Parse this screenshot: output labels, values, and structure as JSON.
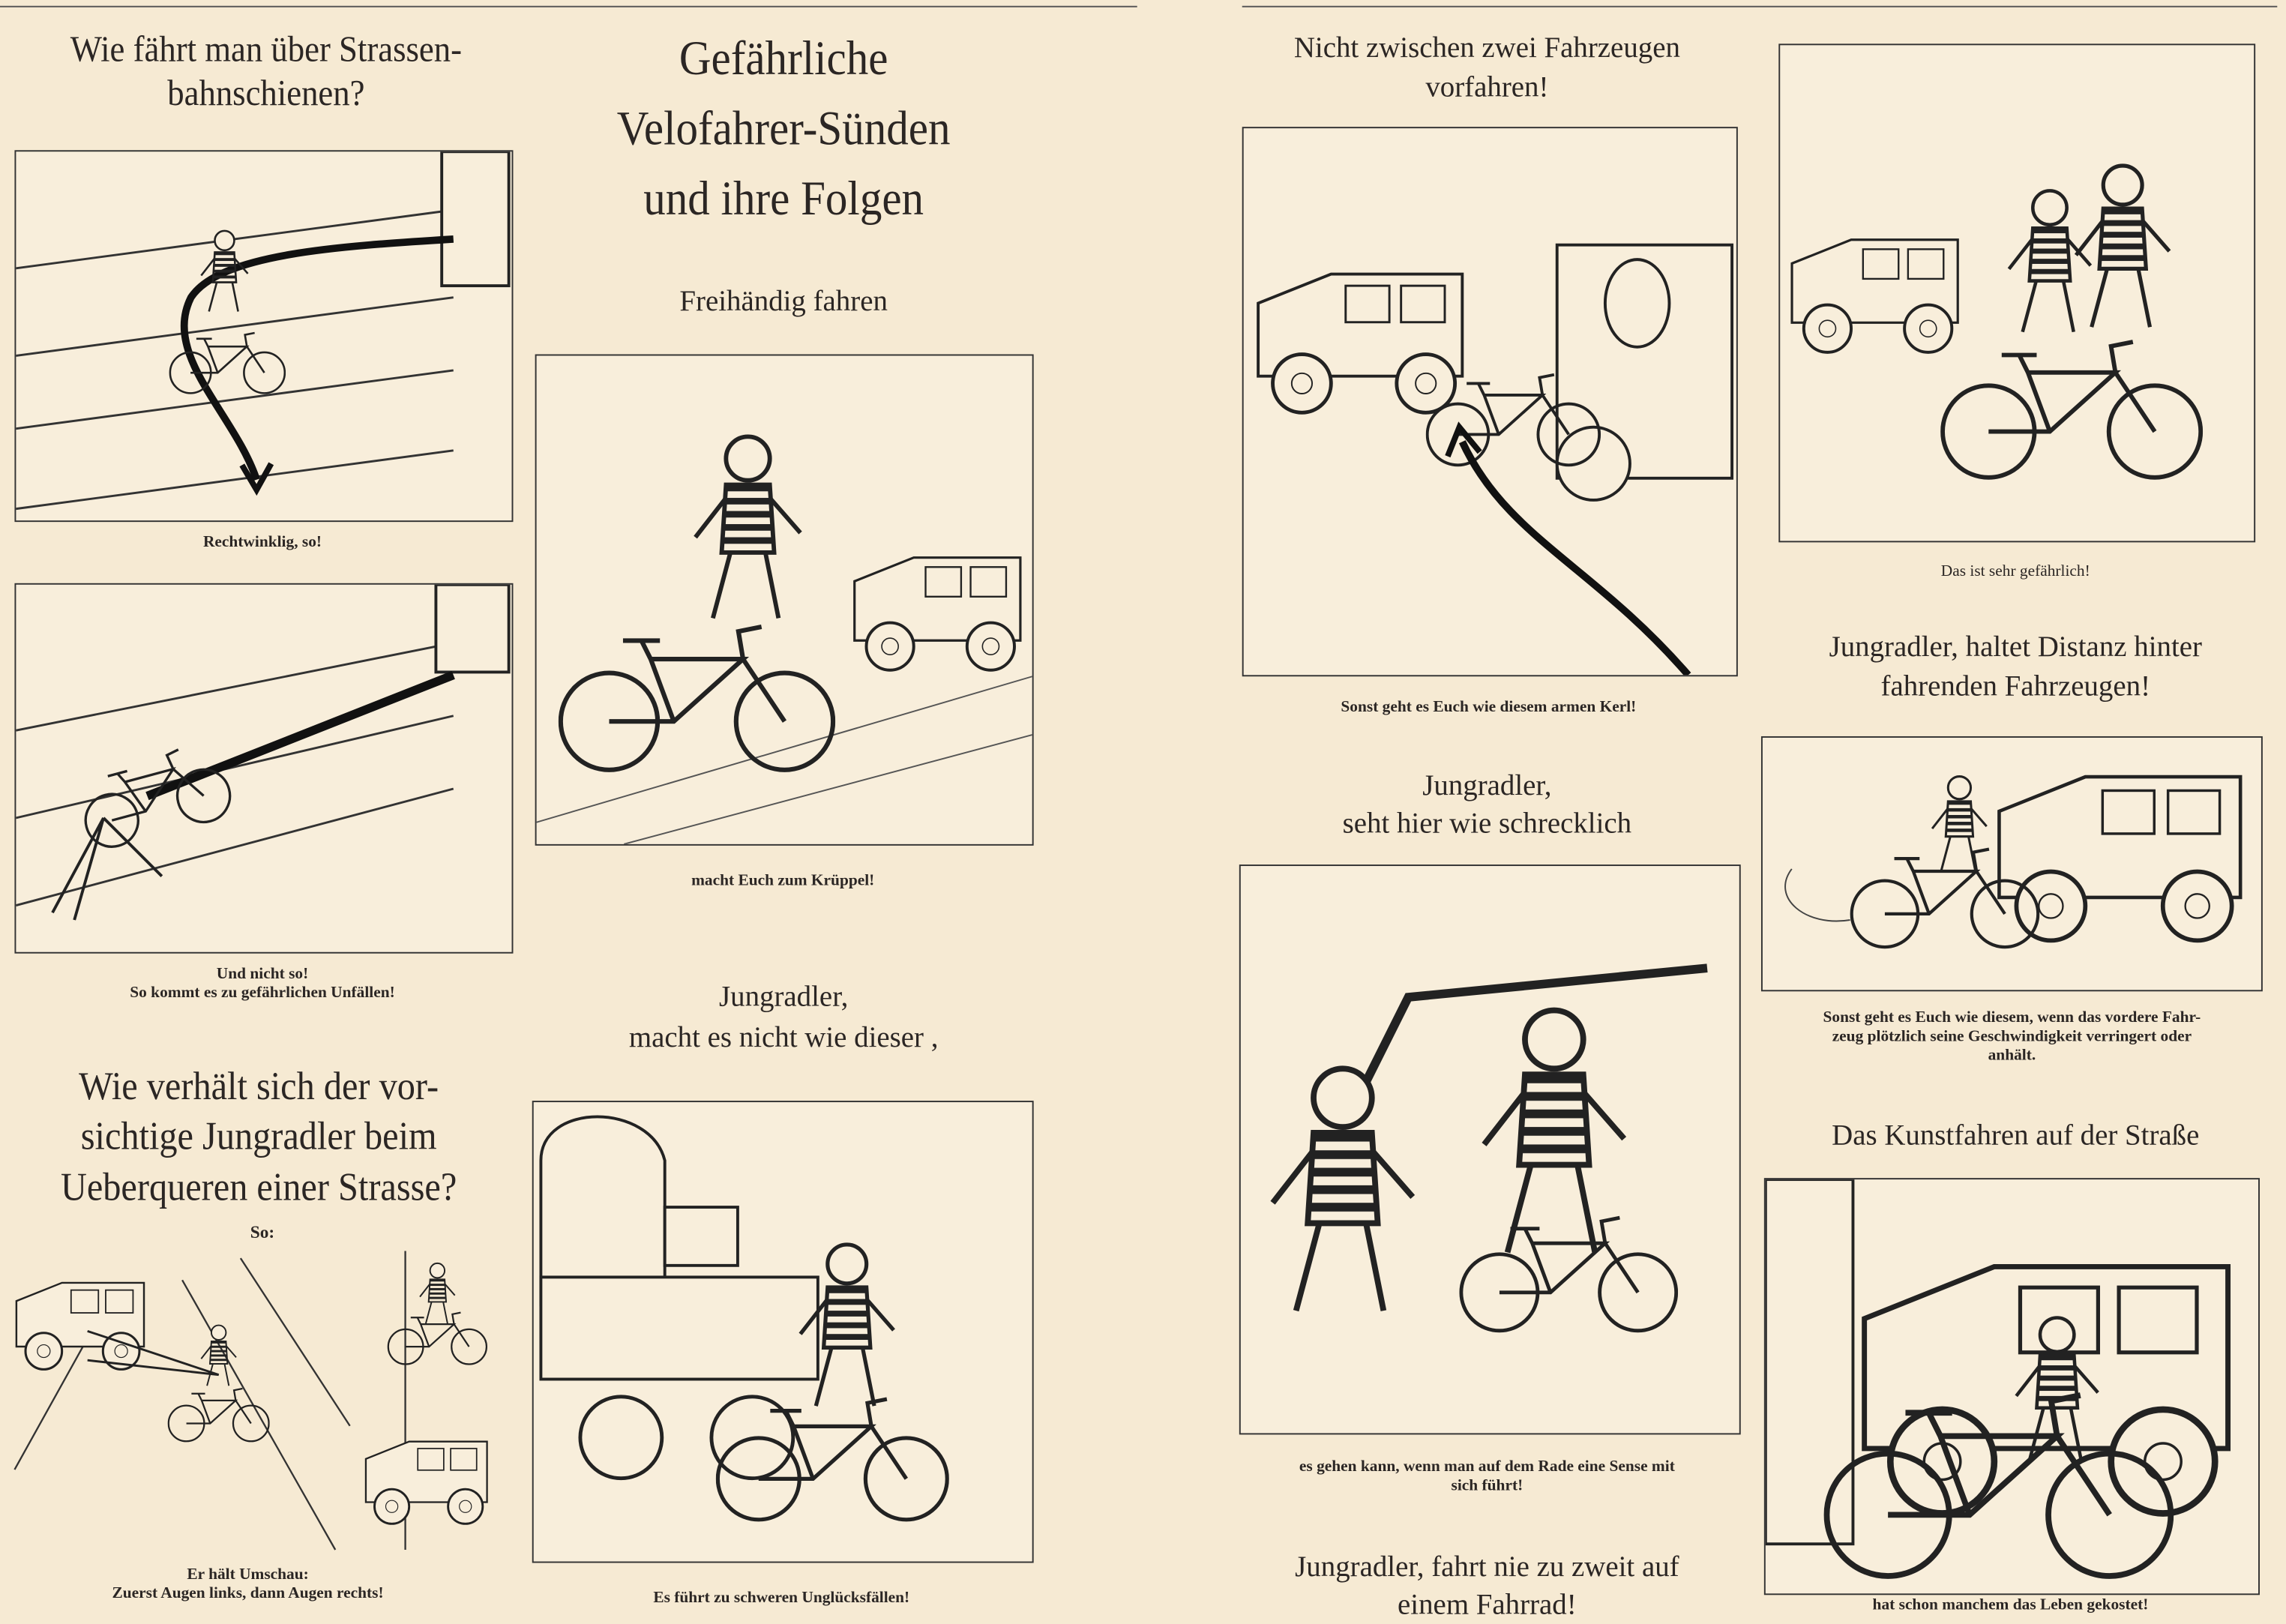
{
  "left_column": {
    "heading_1": [
      "Wie fährt man über Strassen-",
      "bahnschienen?"
    ],
    "caption_1": "Rechtwinklig, so!",
    "caption_2": [
      "Und nicht so!",
      "So kommt es zu gefährlichen Unfällen!"
    ],
    "heading_2": [
      "Wie verhält sich der vor-",
      "sichtige Jungradler beim",
      "Ueberqueren einer Strasse?"
    ],
    "so_label": "So:",
    "caption_3": [
      "Er hält Umschau:",
      "Zuerst Augen links, dann Augen rechts!"
    ]
  },
  "middle_column": {
    "main_title": [
      "Gefährliche",
      "Velofahrer-Sünden",
      "und ihre Folgen"
    ],
    "subheading_1": "Freihändig fahren",
    "caption_1": "macht Euch zum Krüppel!",
    "subheading_2": [
      "Jungradler,",
      "macht es nicht wie dieser ,"
    ],
    "caption_2": "Es führt zu schweren Unglücksfällen!"
  },
  "right_left_column": {
    "heading_1": [
      "Nicht zwischen zwei Fahrzeugen",
      "vorfahren!"
    ],
    "caption_1": "Sonst geht es Euch wie diesem armen Kerl!",
    "heading_2": [
      "Jungradler,",
      "seht hier wie schrecklich"
    ],
    "caption_2": [
      "es gehen kann, wenn man auf dem Rade eine Sense mit",
      "sich führt!"
    ],
    "heading_3": [
      "Jungradler, fahrt nie zu zweit auf",
      "einem Fahrrad!"
    ]
  },
  "right_column": {
    "caption_1": "Das ist sehr gefährlich!",
    "heading_1": [
      "Jungradler, haltet Distanz hinter",
      "fahrenden Fahrzeugen!"
    ],
    "caption_2": [
      "Sonst geht es Euch wie diesem, wenn das vordere Fahr-",
      "zeug plötzlich seine Geschwindigkeit verringert oder",
      "anhält."
    ],
    "heading_2": "Das Kunstfahren auf der Straße",
    "caption_3": "hat schon manchem das Leben gekostet!"
  }
}
